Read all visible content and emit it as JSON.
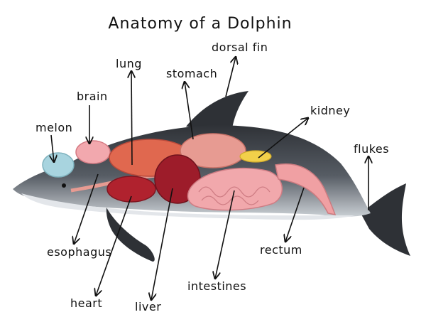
{
  "title": "Anatomy of a Dolphin",
  "labels": {
    "melon": "melon",
    "brain": "brain",
    "lung": "lung",
    "stomach": "stomach",
    "dorsal_fin": "dorsal fin",
    "kidney": "kidney",
    "flukes": "flukes",
    "esophagus": "esophagus",
    "heart": "heart",
    "liver": "liver",
    "intestines": "intestines",
    "rectum": "rectum"
  },
  "colors": {
    "body_dark": "#3b3e44",
    "body_mid": "#5a6068",
    "belly": "#d5dadf",
    "melon": "#a8d4df",
    "brain": "#f2a8ae",
    "lung": "#e0684f",
    "stomach": "#e79b92",
    "kidney": "#f2d04a",
    "heart": "#b0222e",
    "liver": "#9d1c2a",
    "intestines": "#f1a8ac",
    "rectum": "#f0a0a3"
  }
}
